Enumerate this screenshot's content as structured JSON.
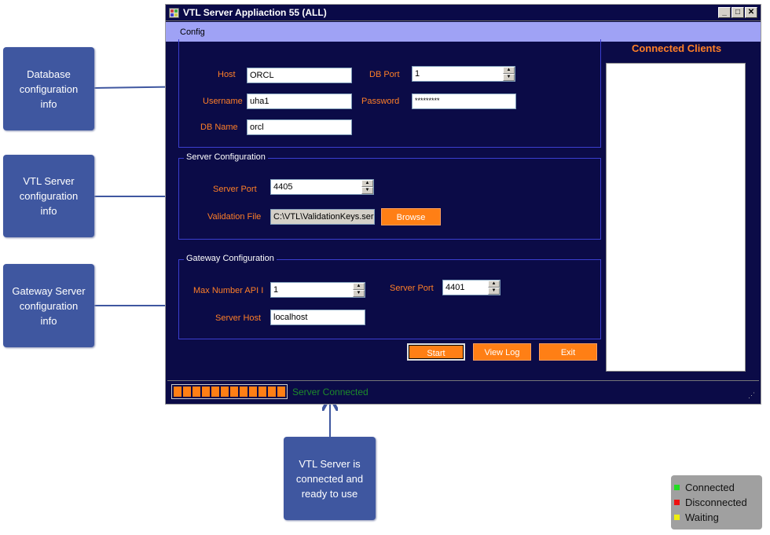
{
  "window": {
    "title": "VTL Server Appliaction 55 (ALL)",
    "min_glyph": "_",
    "max_glyph": "□",
    "close_glyph": "✕"
  },
  "menu": {
    "config_label": "Config"
  },
  "database": {
    "host_label": "Host",
    "host_value": "ORCL",
    "dbport_label": "DB Port",
    "dbport_value": "1",
    "username_label": "Username",
    "username_value": "uha1",
    "password_label": "Password",
    "password_value": "*********",
    "dbname_label": "DB Name",
    "dbname_value": "orcl"
  },
  "server_config": {
    "title": "Server Configuration",
    "port_label": "Server Port",
    "port_value": "4405",
    "validation_label": "Validation File",
    "validation_value": "C:\\VTL\\ValidationKeys.ser",
    "browse_label": "Browse"
  },
  "gateway_config": {
    "title": "Gateway Configuration",
    "maxapi_label": "Max Number API I",
    "maxapi_value": "1",
    "port_label": "Server Port",
    "port_value": "4401",
    "host_label": "Server Host",
    "host_value": "localhost"
  },
  "actions": {
    "start_label": "Start",
    "viewlog_label": "View Log",
    "exit_label": "Exit"
  },
  "clients": {
    "title": "Connected Clients"
  },
  "status": {
    "text": "Server Connected",
    "progress_segments": 12
  },
  "callouts": {
    "database": [
      "Database",
      "configuration",
      "info"
    ],
    "vtl": [
      "VTL Server",
      "configuration",
      "info"
    ],
    "gateway": [
      "Gateway Server",
      "configuration",
      "info"
    ],
    "connected": [
      "VTL Server is",
      "connected and",
      "ready to use"
    ]
  },
  "legend": [
    {
      "label": "Connected",
      "color": "#22dd22"
    },
    {
      "label": "Disconnected",
      "color": "#ee1111"
    },
    {
      "label": "Waiting",
      "color": "#eeee11"
    }
  ],
  "colors": {
    "window_bg": "#0b0b47",
    "accent": "#ff7f15",
    "menubar": "#9fa2f5",
    "status": "#1d8a2a",
    "callout": "#3f57a0"
  }
}
